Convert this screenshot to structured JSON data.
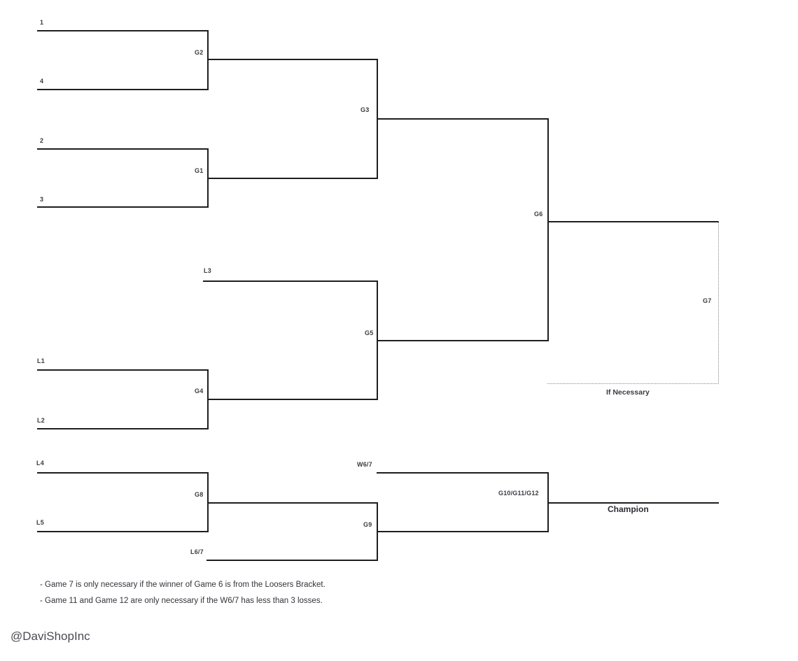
{
  "colors": {
    "line": "#1e1e1e",
    "dotted_line": "#8a8a8a",
    "label_text": "#3b3b43",
    "note_text": "#33333a",
    "footer_text": "#4a4a52"
  },
  "labels": {
    "seed1": "1",
    "seed4": "4",
    "seed2": "2",
    "seed3": "3",
    "g1": "G1",
    "g2": "G2",
    "g3": "G3",
    "g4": "G4",
    "g5": "G5",
    "g6": "G6",
    "g7": "G7",
    "g8": "G8",
    "g9": "G9",
    "g10_11_12": "G10/G11/G12",
    "l1": "L1",
    "l2": "L2",
    "l3": "L3",
    "l4": "L4",
    "l5": "L5",
    "l67": "L6/7",
    "w67": "W6/7",
    "champion": "Champion",
    "if_necessary": "If Necessary"
  },
  "notes": [
    "- Game 7 is only necessary if the winner of Game 6 is from the Loosers Bracket.",
    "- Game 11 and Game 12 are only necessary if the W6/7 has less than 3 losses."
  ],
  "footer": "@DaviShopInc"
}
